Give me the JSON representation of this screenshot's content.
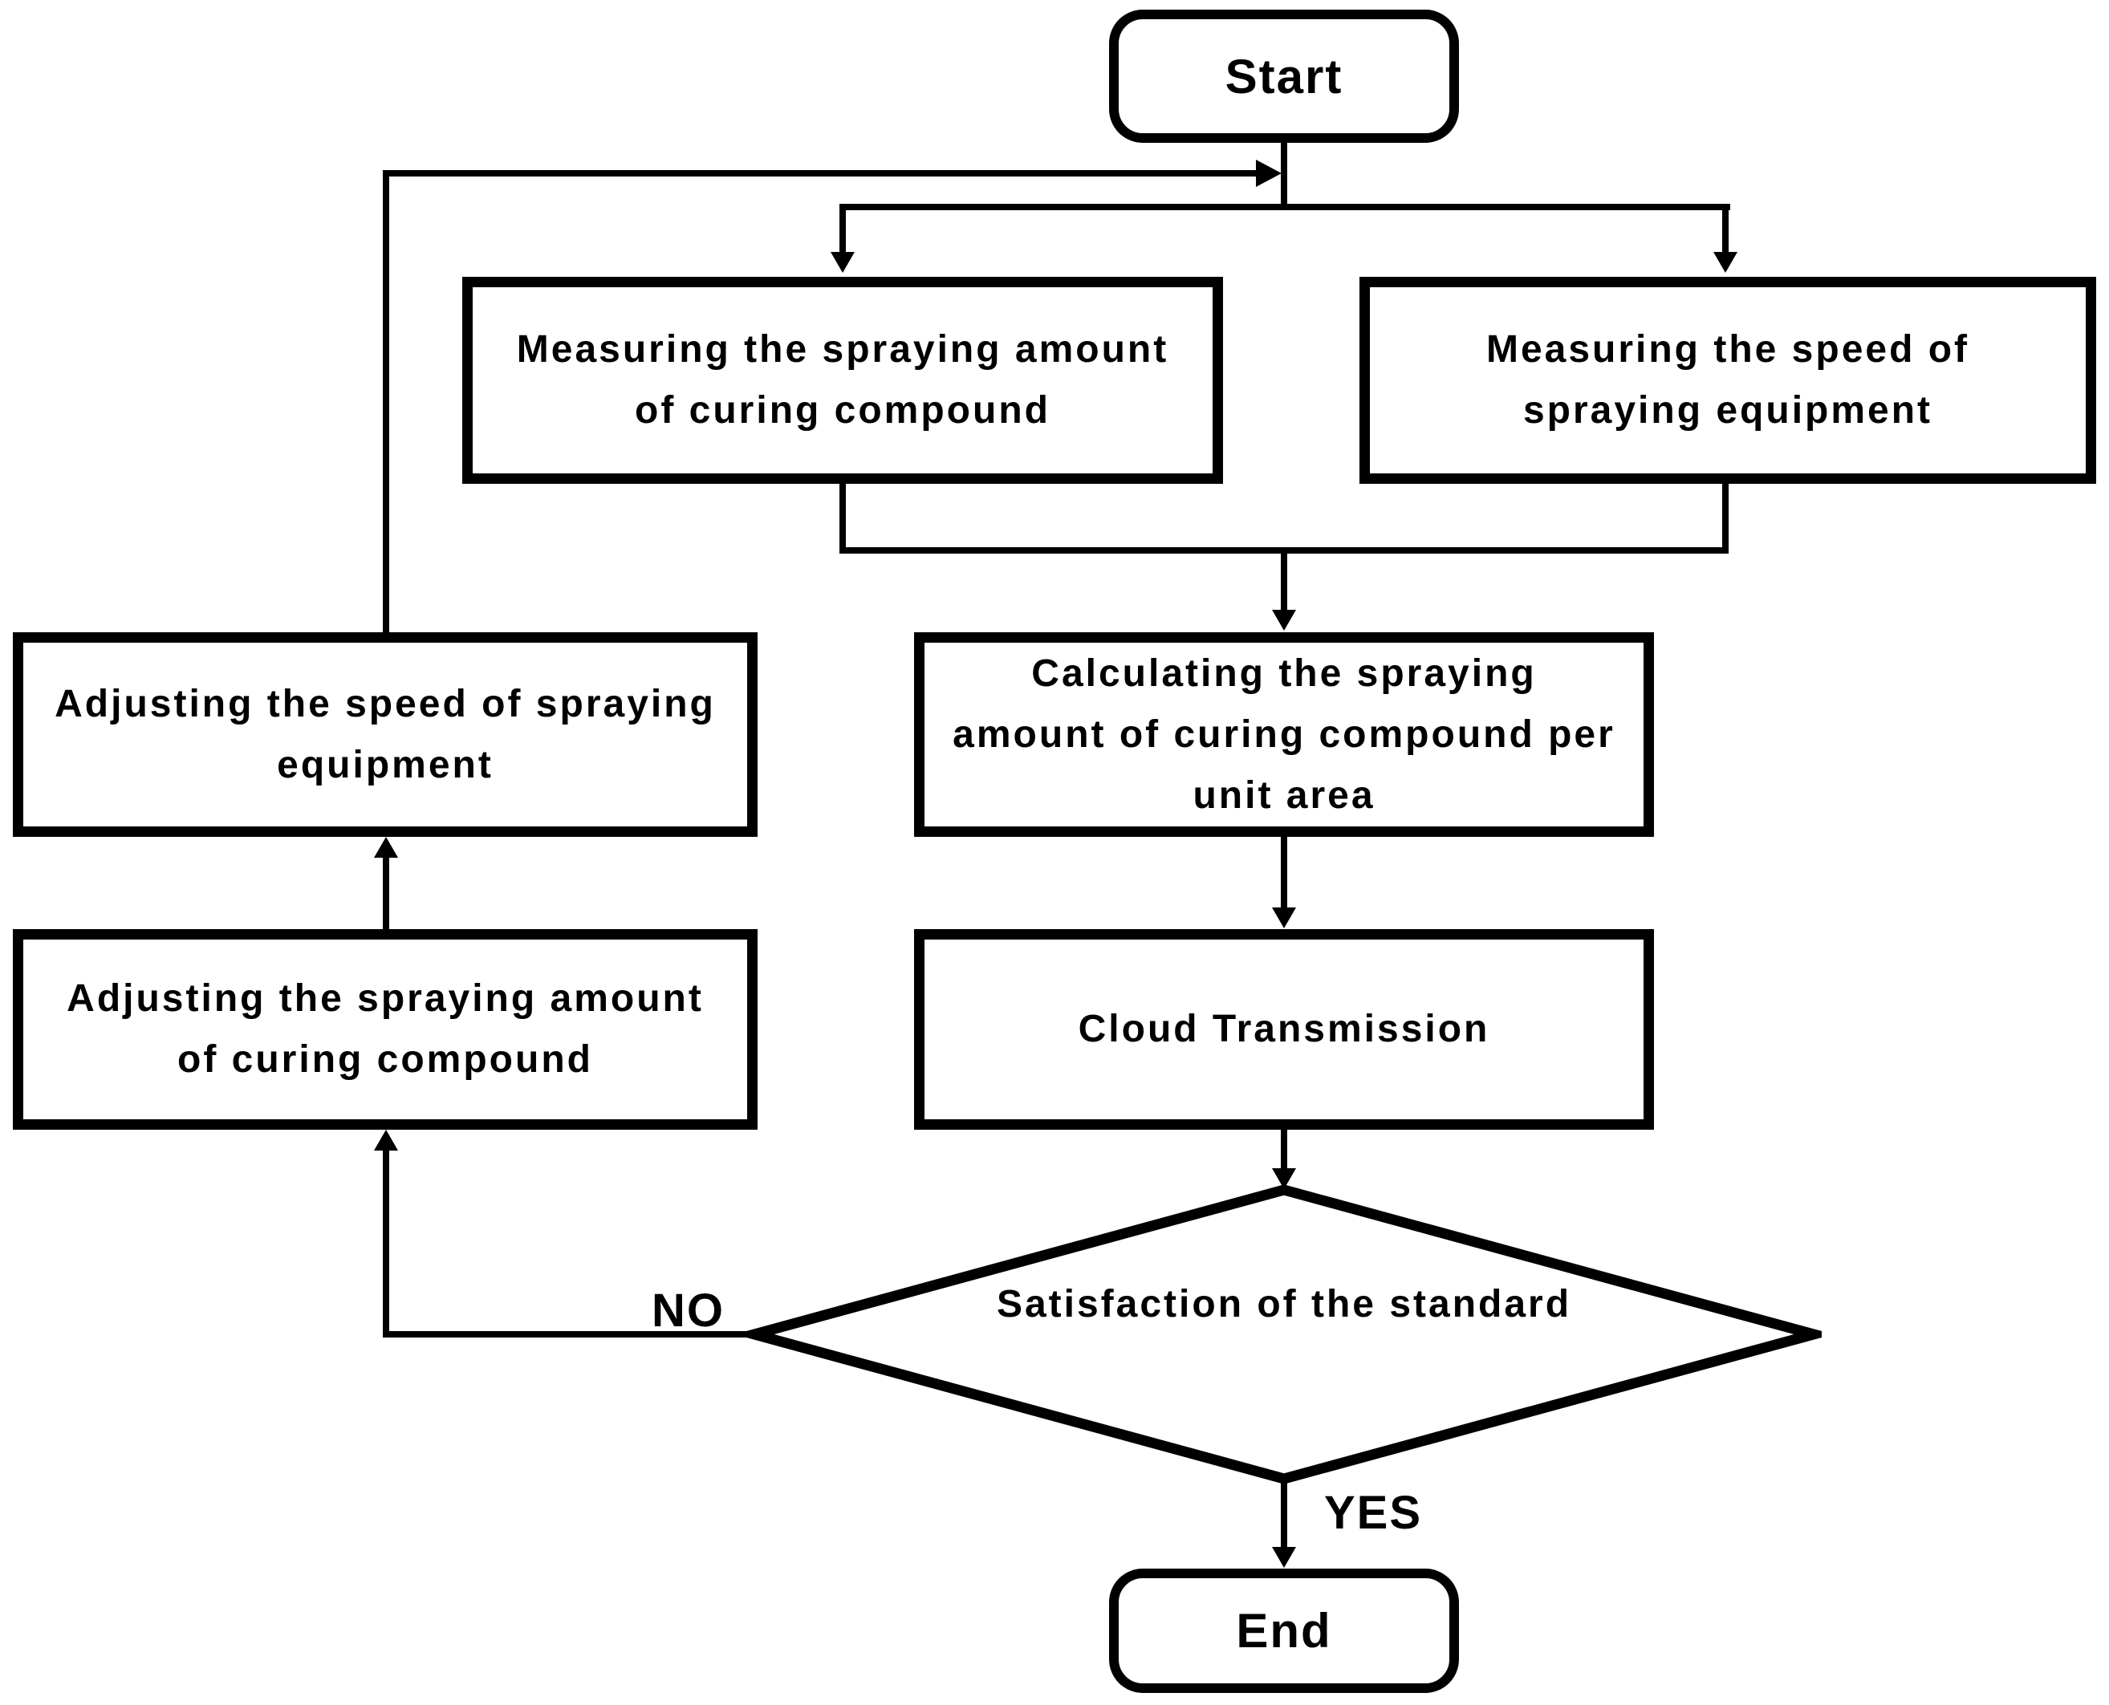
{
  "flowchart": {
    "nodes": {
      "start": {
        "label": "Start",
        "type": "terminator"
      },
      "measure_amount": {
        "label": "Measuring the spraying amount of curing compound",
        "type": "process"
      },
      "measure_speed": {
        "label": "Measuring the speed of spraying equipment",
        "type": "process"
      },
      "calculate": {
        "label": "Calculating the spraying amount of curing compound per unit area",
        "type": "process"
      },
      "cloud": {
        "label": "Cloud Transmission",
        "type": "process"
      },
      "decision": {
        "label": "Satisfaction of the standard",
        "type": "decision"
      },
      "adjust_speed": {
        "label": "Adjusting the speed of spraying equipment",
        "type": "process"
      },
      "adjust_amount": {
        "label": "Adjusting the spraying amount of curing compound",
        "type": "process"
      },
      "end": {
        "label": "End",
        "type": "terminator"
      }
    },
    "edge_labels": {
      "no": "NO",
      "yes": "YES"
    },
    "edges": [
      {
        "from": "start",
        "to": "measure_amount"
      },
      {
        "from": "start",
        "to": "measure_speed"
      },
      {
        "from": "measure_amount",
        "to": "calculate"
      },
      {
        "from": "measure_speed",
        "to": "calculate"
      },
      {
        "from": "calculate",
        "to": "cloud"
      },
      {
        "from": "cloud",
        "to": "decision"
      },
      {
        "from": "decision",
        "to": "end",
        "label": "YES"
      },
      {
        "from": "decision",
        "to": "adjust_amount",
        "label": "NO"
      },
      {
        "from": "adjust_amount",
        "to": "adjust_speed"
      },
      {
        "from": "adjust_speed",
        "to": "start"
      }
    ],
    "colors": {
      "line": "#000000",
      "fill": "#ffffff",
      "text": "#000000"
    }
  }
}
